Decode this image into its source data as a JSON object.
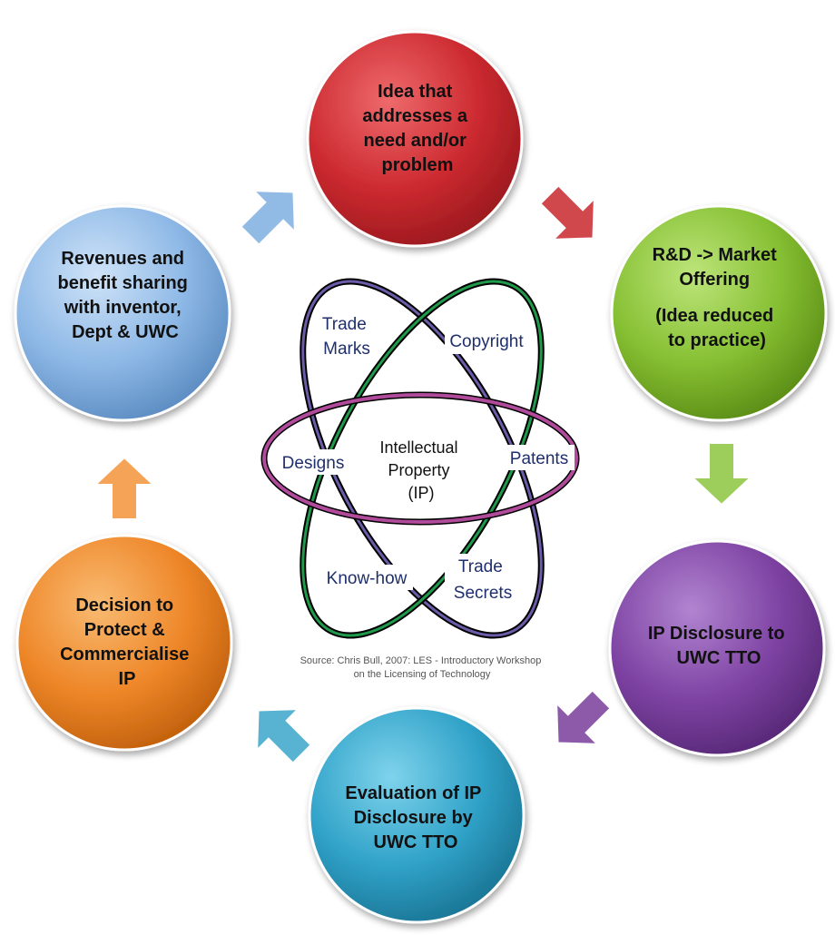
{
  "steps": [
    {
      "id": "idea",
      "lines": [
        "Idea that",
        "addresses a",
        "need and/or",
        "problem"
      ],
      "color": "#c8282d"
    },
    {
      "id": "rd",
      "lines": [
        "R&D -> Market",
        "Offering"
      ],
      "sub_lines": [
        "(Idea reduced",
        "to practice)"
      ],
      "color": "#7fb92e"
    },
    {
      "id": "disclosure",
      "lines": [
        "IP Disclosure to",
        "UWC TTO"
      ],
      "color": "#7a3e9c"
    },
    {
      "id": "evaluation",
      "lines": [
        "Evaluation of IP",
        "Disclosure by",
        "UWC TTO"
      ],
      "color": "#2c9ec4"
    },
    {
      "id": "decision",
      "lines": [
        "Decision to",
        "Protect &",
        "Commercialise",
        "IP"
      ],
      "color": "#ec8324"
    },
    {
      "id": "revenues",
      "lines": [
        "Revenues and",
        "benefit sharing",
        "with inventor,",
        "Dept & UWC"
      ],
      "color": "#7eaee0"
    }
  ],
  "ip_diagram": {
    "center_lines": [
      "Intellectual",
      "Property",
      "(IP)"
    ],
    "labels": {
      "trade_marks": [
        "Trade",
        "Marks"
      ],
      "copyright": [
        "Copyright"
      ],
      "designs": [
        "Designs"
      ],
      "patents": [
        "Patents"
      ],
      "know_how": [
        "Know-how"
      ],
      "trade_secrets": [
        "Trade",
        "Secrets"
      ]
    },
    "source_lines": [
      "Source:  Chris Bull, 2007:  LES - Introductory  Workshop",
      "on the Licensing  of Technology"
    ]
  },
  "arrow_colors": [
    "#c8282d",
    "#8dc63f",
    "#7a3e9c",
    "#3aa6c9",
    "#f4953a",
    "#7eaee0"
  ]
}
